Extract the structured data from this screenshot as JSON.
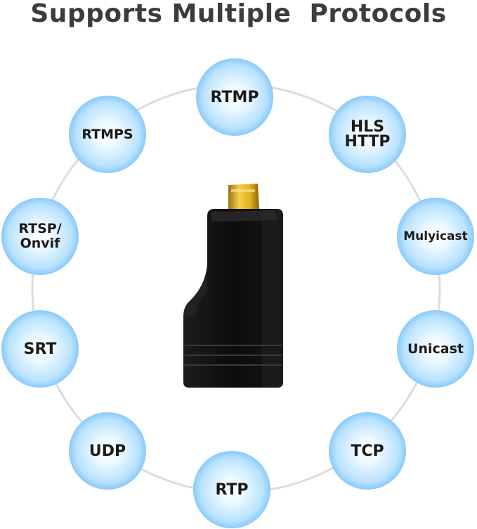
{
  "header": {
    "title": "Supports Multiple  Protocols"
  },
  "protocols": [
    {
      "label": "RTMP"
    },
    {
      "label": "HLS\nHTTP"
    },
    {
      "label": "Mulyicast"
    },
    {
      "label": "Unicast"
    },
    {
      "label": "TCP"
    },
    {
      "label": "RTP"
    },
    {
      "label": "UDP"
    },
    {
      "label": "SRT"
    },
    {
      "label": "RTSP/\nOnvif"
    },
    {
      "label": "RTMPS"
    }
  ],
  "colors": {
    "title_text": "#3c3c3c",
    "node_edge": "#2d92e6",
    "node_center": "#ffffff",
    "ring_line": "#dcdcdc",
    "device_body": "#0d0d0d",
    "connector_gold": "#e3b11e"
  }
}
